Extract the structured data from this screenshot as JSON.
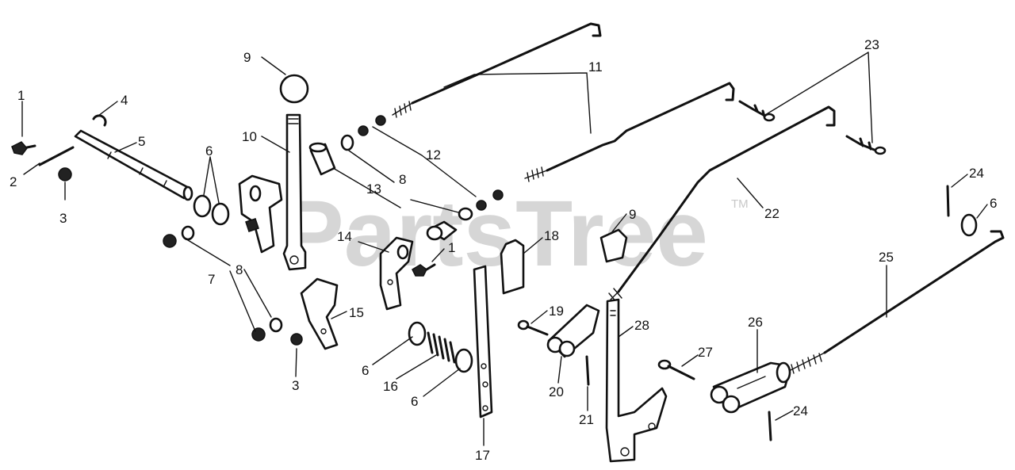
{
  "watermark": {
    "text": "PartsTree",
    "trademark": "TM"
  },
  "callouts": [
    {
      "id": "c1a",
      "text": "1"
    },
    {
      "id": "c2",
      "text": "2"
    },
    {
      "id": "c3a",
      "text": "3"
    },
    {
      "id": "c4",
      "text": "4"
    },
    {
      "id": "c5",
      "text": "5"
    },
    {
      "id": "c6a",
      "text": "6"
    },
    {
      "id": "c7",
      "text": "7"
    },
    {
      "id": "c8a",
      "text": "8"
    },
    {
      "id": "c9a",
      "text": "9"
    },
    {
      "id": "c10",
      "text": "10"
    },
    {
      "id": "c11",
      "text": "11"
    },
    {
      "id": "c12",
      "text": "12"
    },
    {
      "id": "c8b",
      "text": "8"
    },
    {
      "id": "c13",
      "text": "13"
    },
    {
      "id": "c14",
      "text": "14"
    },
    {
      "id": "c1b",
      "text": "1"
    },
    {
      "id": "c15",
      "text": "15"
    },
    {
      "id": "c3b",
      "text": "3"
    },
    {
      "id": "c6b",
      "text": "6"
    },
    {
      "id": "c16",
      "text": "16"
    },
    {
      "id": "c6c",
      "text": "6"
    },
    {
      "id": "c17",
      "text": "17"
    },
    {
      "id": "c18",
      "text": "18"
    },
    {
      "id": "c9b",
      "text": "9"
    },
    {
      "id": "c19",
      "text": "19"
    },
    {
      "id": "c20",
      "text": "20"
    },
    {
      "id": "c21",
      "text": "21"
    },
    {
      "id": "c28",
      "text": "28"
    },
    {
      "id": "c22",
      "text": "22"
    },
    {
      "id": "c23",
      "text": "23"
    },
    {
      "id": "c24a",
      "text": "24"
    },
    {
      "id": "c6d",
      "text": "6"
    },
    {
      "id": "c25",
      "text": "25"
    },
    {
      "id": "c26",
      "text": "26"
    },
    {
      "id": "c27",
      "text": "27"
    },
    {
      "id": "c24b",
      "text": "24"
    }
  ]
}
